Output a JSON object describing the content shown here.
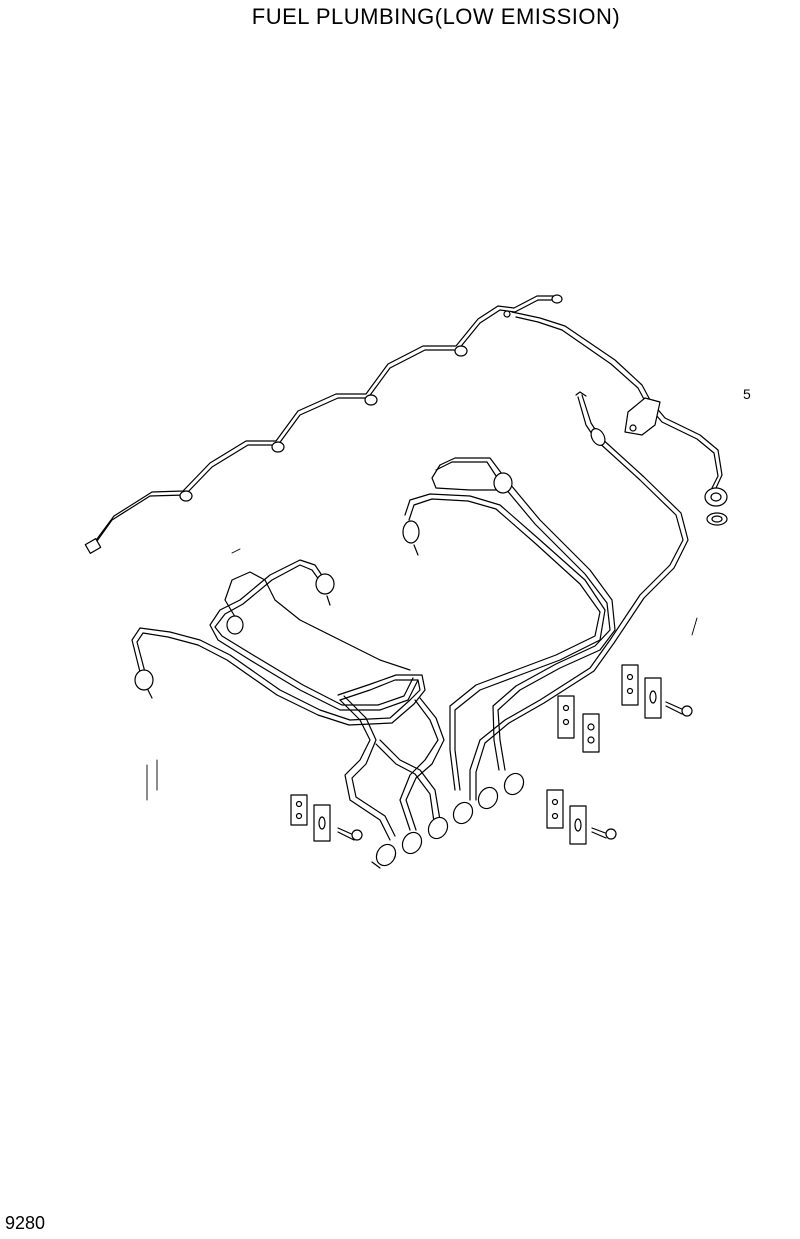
{
  "title": "FUEL PLUMBING(LOW EMISSION)",
  "callouts": [
    "5"
  ],
  "page_number": "9280",
  "icons": {
    "return-line": "fuel-return-line-drawing",
    "injection-pipes": "injection-pipe-drawing",
    "clamps": "clamp-drawing",
    "bolts": "bolt-drawing"
  }
}
